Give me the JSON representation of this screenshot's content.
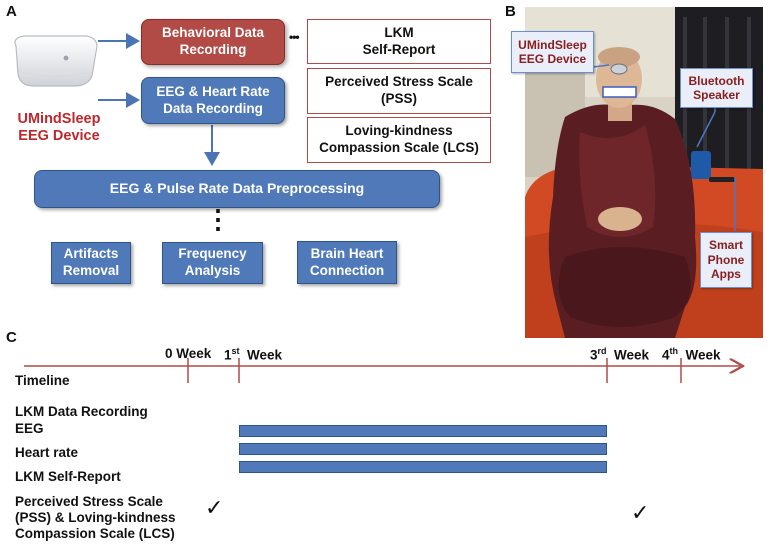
{
  "panels": {
    "a": "A",
    "b": "B",
    "c": "C"
  },
  "panel_a": {
    "device_label_line1": "UMindSleep",
    "device_label_line2": "EEG Device",
    "behavioral_line1": "Behavioral Data",
    "behavioral_line2": "Recording",
    "ellipsis": "•••",
    "eeg_line1": "EEG & Heart Rate",
    "eeg_line2": "Data Recording",
    "lkm_line1": "LKM",
    "lkm_line2": "Self-Report",
    "pss_line1": "Perceived Stress Scale",
    "pss_line2": "(PSS)",
    "lcs_line1": "Loving-kindness",
    "lcs_line2": "Compassion Scale (LCS)",
    "preprocessing": "EEG & Pulse Rate Data Preprocessing",
    "vertical_dots": "⋮",
    "artifacts_line1": "Artifacts",
    "artifacts_line2": "Removal",
    "frequency_line1": "Frequency",
    "frequency_line2": "Analysis",
    "brain_line1": "Brain Heart",
    "brain_line2": "Connection"
  },
  "panel_b": {
    "umind_line1": "UMindSleep",
    "umind_line2": "EEG Device",
    "speaker_line1": "Bluetooth",
    "speaker_line2": "Speaker",
    "phone_line1": "Smart",
    "phone_line2": "Phone",
    "phone_line3": "Apps"
  },
  "panel_c": {
    "week0": "0 Week",
    "week1_num": "1",
    "week1_sup": "st",
    "week1_word": "Week",
    "week3_num": "3",
    "week3_sup": "rd",
    "week3_word": "Week",
    "week4_num": "4",
    "week4_sup": "th",
    "week4_word": "Week",
    "timeline": "Timeline",
    "lkm_recording": "LKM Data Recording",
    "eeg": "EEG",
    "heart_rate": "Heart rate",
    "lkm_self_report": "LKM Self-Report",
    "pss_line1": "Perceived Stress Scale",
    "pss_line2": "(PSS) &  Loving-kindness",
    "pss_line3": "Compassion Scale (LCS)",
    "check": "✓"
  },
  "colors": {
    "accent_blue": "#4f79b8",
    "accent_red": "#b24a45",
    "label_red": "#c0272d"
  }
}
